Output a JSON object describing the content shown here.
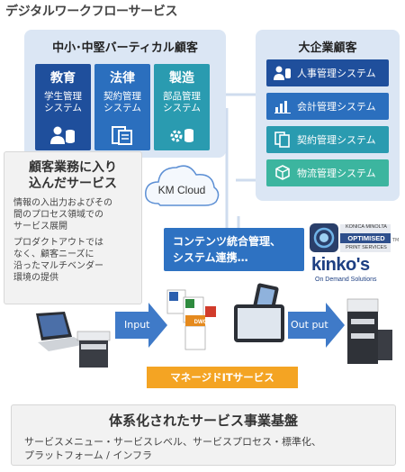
{
  "title": "デジタルワークフローサービス",
  "smb": {
    "title": "中小･中堅バーティカル顧客",
    "tiles": [
      {
        "head": "教育",
        "lines": [
          "学生管理",
          "システム"
        ],
        "icon": "user-database-icon",
        "color": "#1f4f9c"
      },
      {
        "head": "法律",
        "lines": [
          "契約管理",
          "システム"
        ],
        "icon": "contract-document-icon",
        "color": "#2b6fbe"
      },
      {
        "head": "製造",
        "lines": [
          "部品管理",
          "システム"
        ],
        "icon": "gear-database-icon",
        "color": "#2a9bb0"
      }
    ]
  },
  "enterprise": {
    "title": "大企業顧客",
    "items": [
      {
        "label": "人事管理システム",
        "icon": "user-database-icon",
        "color": "#1f4f9c"
      },
      {
        "label": "会計管理システム",
        "icon": "bar-chart-icon",
        "color": "#2b6fbe"
      },
      {
        "label": "契約管理システム",
        "icon": "contract-document-icon",
        "color": "#2a9bb0"
      },
      {
        "label": "物流管理システム",
        "icon": "boxes-icon",
        "color": "#3cb59f"
      }
    ]
  },
  "services": {
    "heading": "顧客業務に入り込んだサービス",
    "heading_lines": [
      "顧客業務に入り",
      "込んだサービス"
    ],
    "p1_lines": [
      "情報の入出力およびその",
      "間のプロセス領域での",
      "サービス展開"
    ],
    "p2_lines": [
      "プロダクトアウトでは",
      "なく、顧客ニーズに",
      "沿ったマルチベンダー",
      "環境の提供"
    ]
  },
  "cloud": {
    "label": "KM Cloud"
  },
  "contents": {
    "lines": [
      "コンテンツ統合管理、",
      "システム連携…"
    ]
  },
  "flow": {
    "input_label": "Input",
    "output_label": "Out put"
  },
  "managed": {
    "label": "マネージドITサービス"
  },
  "brand": {
    "km_lines": [
      "KONICA MINOLTA",
      "OPTIMISED",
      "PRINT SERVICES"
    ],
    "tm": "TM",
    "kinkos": "kinko's",
    "kinkos_sub": "On Demand Solutions"
  },
  "file_badge": "DWG",
  "base": {
    "heading": "体系化されたサービス事業基盤",
    "lines": [
      "サービスメニュー・サービスレベル、サービスプロセス・標準化、",
      "プラットフォーム / インフラ"
    ]
  },
  "colors": {
    "accent": "#2e72c2",
    "orange": "#f4a423",
    "panel": "#dbe6f4",
    "arrow": "#3f7ac8"
  }
}
